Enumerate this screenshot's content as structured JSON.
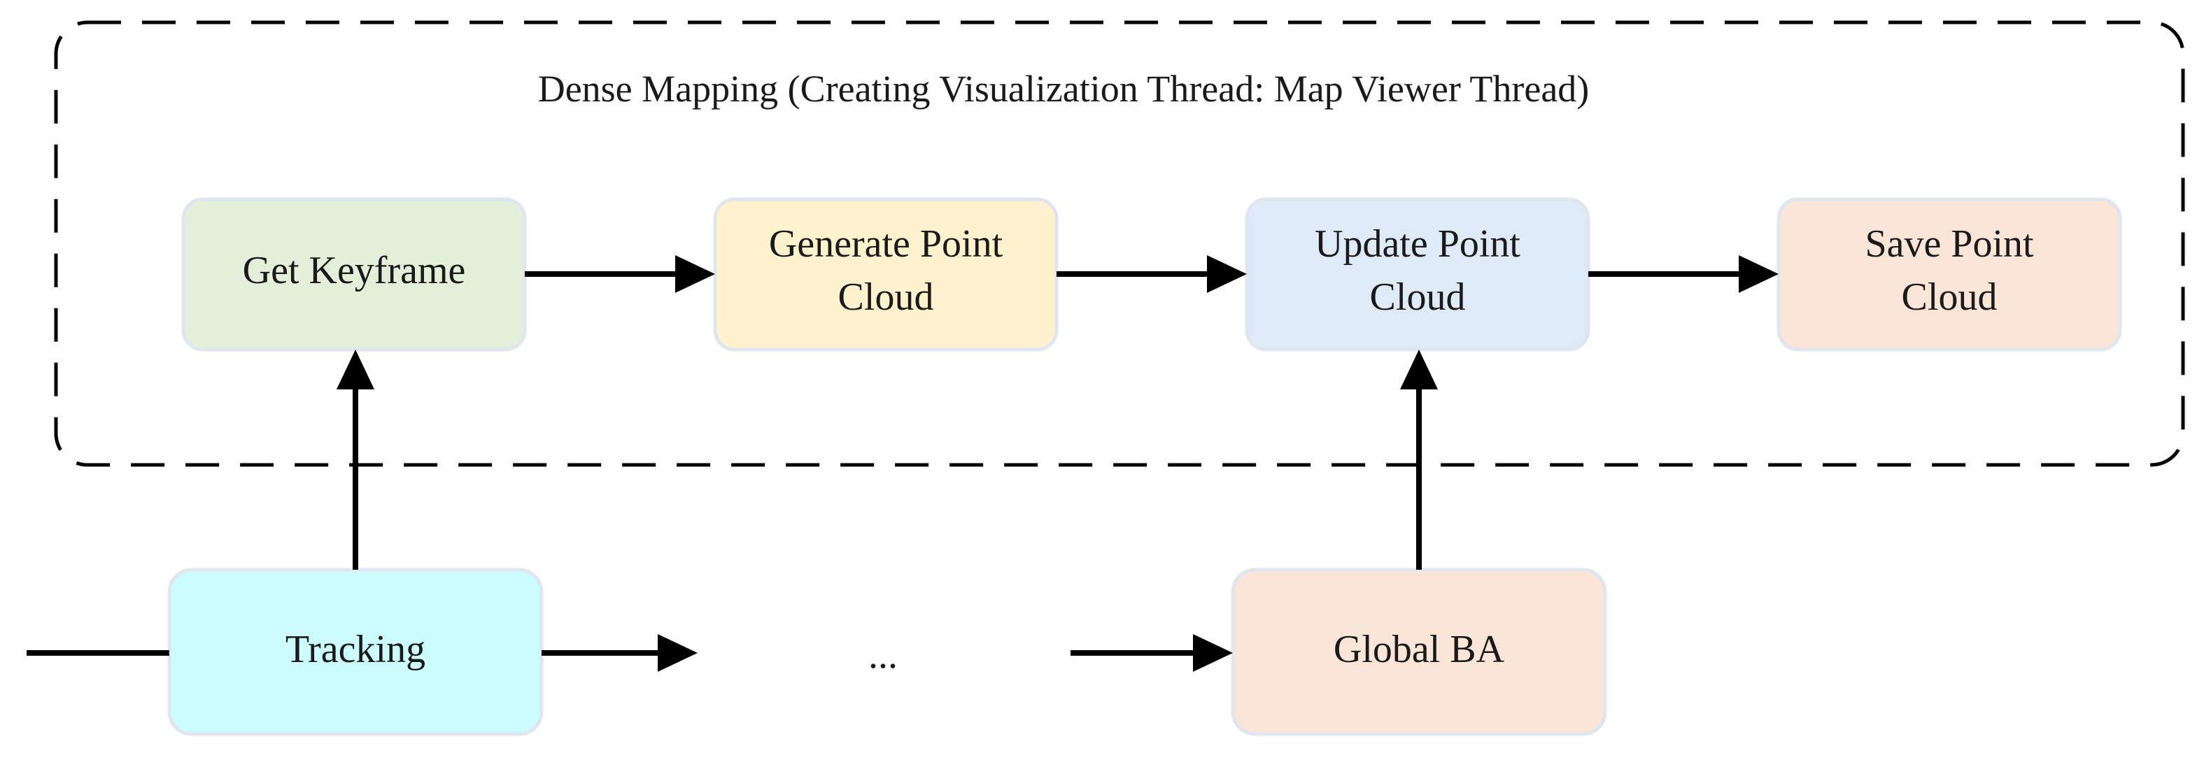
{
  "container": {
    "title": "Dense Mapping (Creating Visualization Thread: Map Viewer Thread)"
  },
  "nodes": [
    {
      "id": "get-keyframe",
      "lines": [
        "Get Keyframe"
      ],
      "fill": "#e3efd9",
      "stroke": "#dfe6ef"
    },
    {
      "id": "generate-point-cloud",
      "lines": [
        "Generate Point",
        "Cloud"
      ],
      "fill": "#fff2cc",
      "stroke": "#dfe6ef"
    },
    {
      "id": "update-point-cloud",
      "lines": [
        "Update Point",
        "Cloud"
      ],
      "fill": "#deeaf7",
      "stroke": "#dfe6ef"
    },
    {
      "id": "save-point-cloud",
      "lines": [
        "Save Point",
        "Cloud"
      ],
      "fill": "#fbe5d6",
      "stroke": "#dfe6ef"
    },
    {
      "id": "tracking",
      "lines": [
        "Tracking"
      ],
      "fill": "#ccfcfd",
      "stroke": "#dfe6ef"
    },
    {
      "id": "global-ba",
      "lines": [
        "Global BA"
      ],
      "fill": "#fbe5d6",
      "stroke": "#dfe6ef"
    }
  ],
  "ellipsis": "...",
  "colors": {
    "edge": "#000000",
    "container_border": "#000000"
  }
}
